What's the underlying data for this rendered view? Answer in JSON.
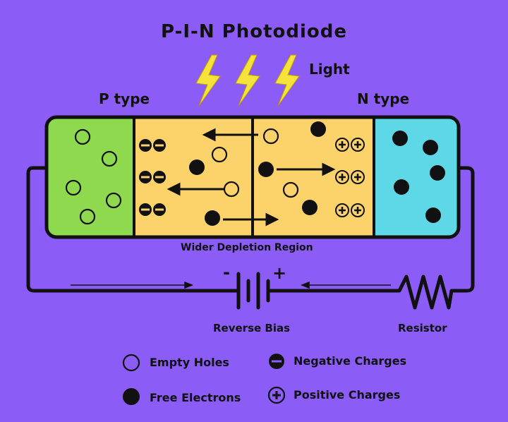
{
  "title": "P-I-N Photodiode",
  "labels": {
    "light": "Light",
    "p_type": "P type",
    "n_type": "N type",
    "depletion": "Wider Depletion Region",
    "reverse_bias": "Reverse Bias",
    "resistor": "Resistor",
    "battery_minus": "-",
    "battery_plus": "+"
  },
  "legend": {
    "empty_holes": "Empty Holes",
    "free_electrons": "Free Electrons",
    "negative_charges": "Negative Charges",
    "positive_charges": "Positive Charges"
  },
  "colors": {
    "background": "#8b5cf6",
    "p_region": "#8fd94f",
    "intrinsic_region": "#fcd36a",
    "n_region": "#5ed8e6",
    "light_bolt": "#f5e23a",
    "outline": "#111111"
  }
}
